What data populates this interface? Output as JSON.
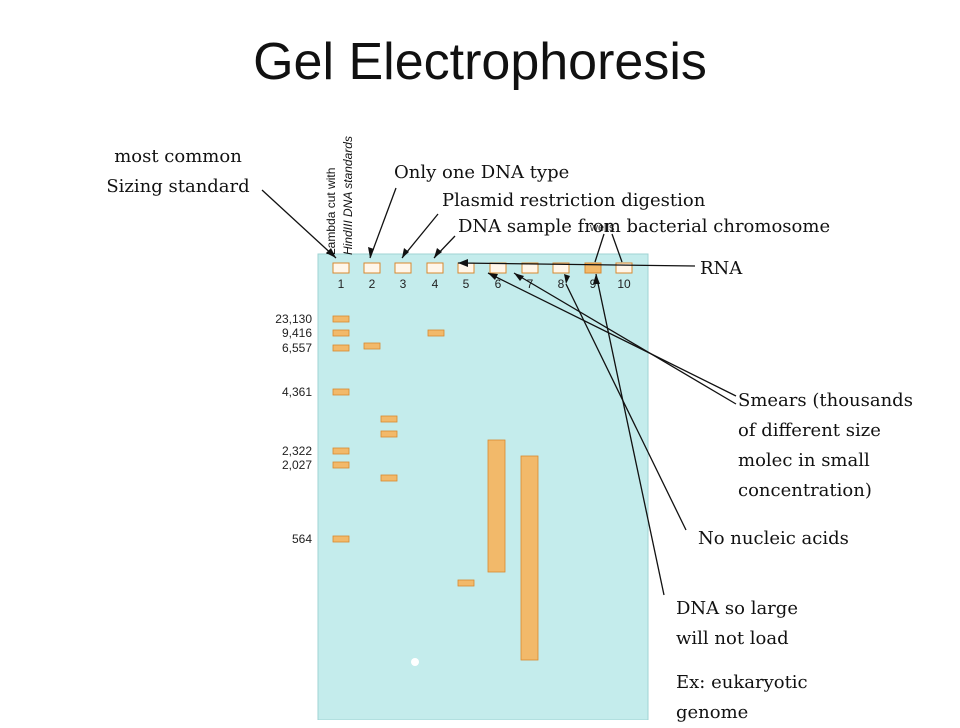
{
  "title": "Gel Electrophoresis",
  "figure": {
    "rotated_label_line1": "Lambda cut with",
    "rotated_label_line2": "HindIII DNA standards",
    "wells_label": "wells",
    "lane_numbers": [
      "1",
      "2",
      "3",
      "4",
      "5",
      "6",
      "7",
      "8",
      "9",
      "10"
    ],
    "size_markers": [
      "23,130",
      "9,416",
      "6,557",
      "4,361",
      "2,322",
      "2,027",
      "564"
    ]
  },
  "annotations": {
    "sizing_standard": [
      "most common",
      "Sizing standard"
    ],
    "one_dna_type": "Only one DNA type",
    "plasmid": "Plasmid restriction digestion",
    "bacterial": "DNA sample from bacterial chromosome",
    "rna": "RNA",
    "smears": [
      "Smears (thousands",
      "of different size",
      "molec in small",
      "concentration)"
    ],
    "no_nucleic": "No nucleic acids",
    "too_large": [
      "DNA so large",
      "will not load"
    ],
    "example": [
      "Ex: eukaryotic",
      "genome"
    ]
  },
  "colors": {
    "gel": "#c4ecec",
    "band": "#f2b96a",
    "band_border": "#d9892f",
    "well": "#fff6ea"
  }
}
